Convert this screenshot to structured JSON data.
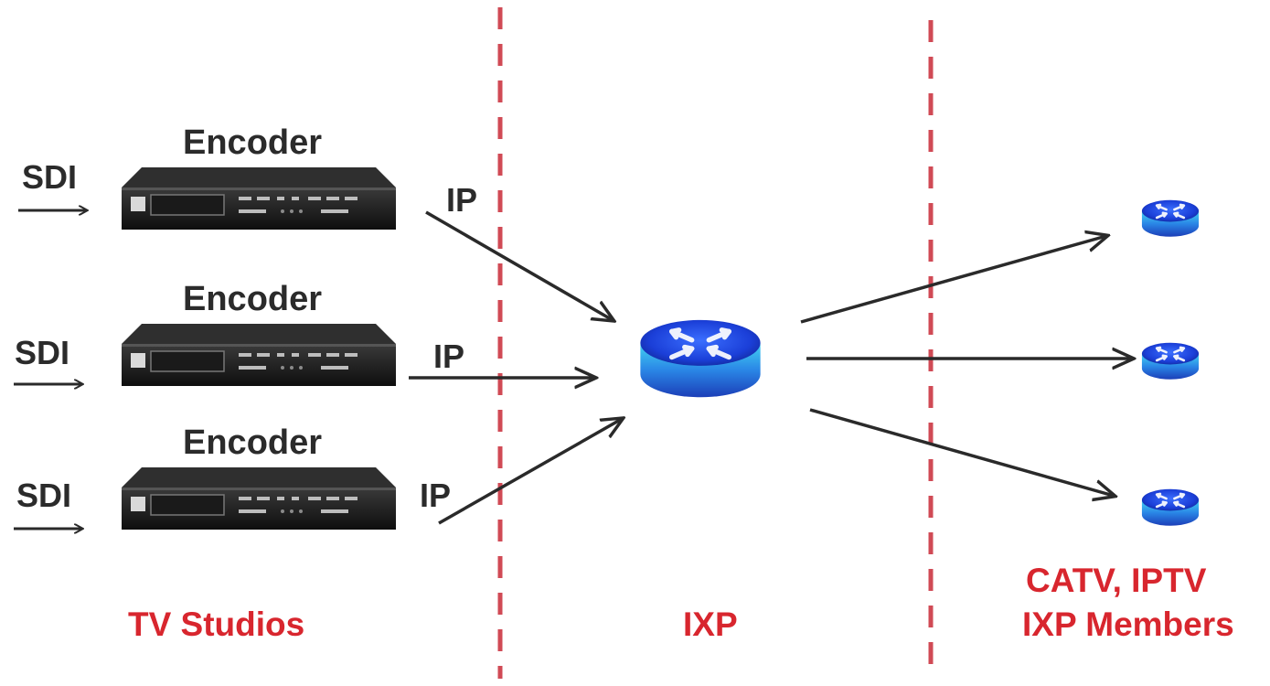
{
  "colors": {
    "zone_label": "#d8262e",
    "divider": "#d04a55",
    "text": "#2b2b2b",
    "arrow": "#2a2a2a",
    "router_blue": "#1e4fe0"
  },
  "studios": [
    {
      "input": "SDI",
      "device": "Encoder",
      "output": "IP"
    },
    {
      "input": "SDI",
      "device": "Encoder",
      "output": "IP"
    },
    {
      "input": "SDI",
      "device": "Encoder",
      "output": "IP"
    }
  ],
  "zones": {
    "left": "TV Studios",
    "middle": "IXP",
    "right_line1": "CATV, IPTV",
    "right_line2": "IXP Members"
  },
  "icons": {
    "encoder": "encoder-device-icon",
    "core_router": "router-icon",
    "member_router": "router-icon"
  }
}
